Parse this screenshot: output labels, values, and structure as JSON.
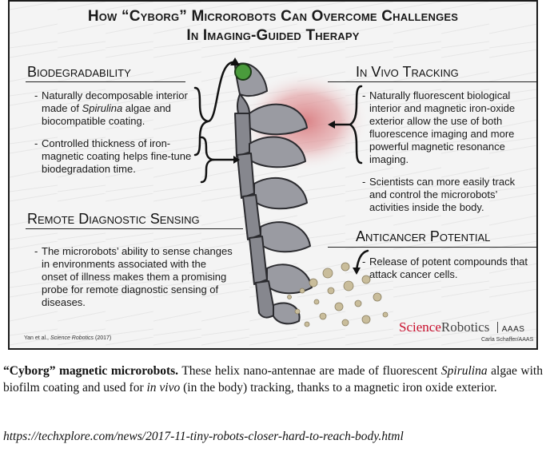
{
  "figure": {
    "title_line1": "How “Cyborg” Microrobots Can Overcome Challenges",
    "title_line2": "In Imaging-Guided Therapy",
    "biodegradability": {
      "heading": "Biodegradability",
      "bullet1_pre": "Naturally decomposable interior made of ",
      "bullet1_em": "Spirulina",
      "bullet1_post": " algae and biocompatible coating.",
      "bullet2": "Controlled thickness of iron-magnetic coating helps fine-tune biodegradation time."
    },
    "in_vivo": {
      "heading": "In Vivo Tracking",
      "bullet1": "Naturally fluorescent biological interior and magnetic iron-oxide exterior allow the use of both fluorescence imaging and more powerful magnetic resonance imaging.",
      "bullet2": "Scientists can more easily track and control the microrobots’ activities inside the body."
    },
    "remote": {
      "heading": "Remote Diagnostic Sensing",
      "bullet1": "The microrobots’ ability to sense changes in environments associated with the onset of illness makes them a promising probe for remote diagnostic sensing of diseases."
    },
    "anticancer": {
      "heading": "Anticancer Potential",
      "bullet1": "Release of potent compounds that attack cancer cells."
    },
    "credit_left_pre": "Yan et al., ",
    "credit_left_em": "Science Robotics",
    "credit_left_post": " (2017)",
    "logo_science": "Science",
    "logo_robotics": "Robotics",
    "logo_aaas": "AAAS",
    "credit_right": "Carla Schaffer/AAAS"
  },
  "caption": {
    "bold": "“Cyborg” magnetic microrobots.",
    "text1": " These helix nano-antennae are made of fluorescent ",
    "em1": "Spirulina",
    "text2": " algae with biofilm coating and used for ",
    "em2": "in vivo",
    "text3": " (in the body) tracking, thanks to a magnetic iron oxide exterior."
  },
  "source_url": "https://techxplore.com/news/2017-11-tiny-robots-closer-hard-to-reach-body.html",
  "colors": {
    "helix_fill": "#86878e",
    "helix_stroke": "#2b2b2f",
    "fluorescence": "#d97c80",
    "tip_green": "#4a9b3c",
    "particle": "#c9bd9b",
    "science_red": "#c8102e"
  }
}
